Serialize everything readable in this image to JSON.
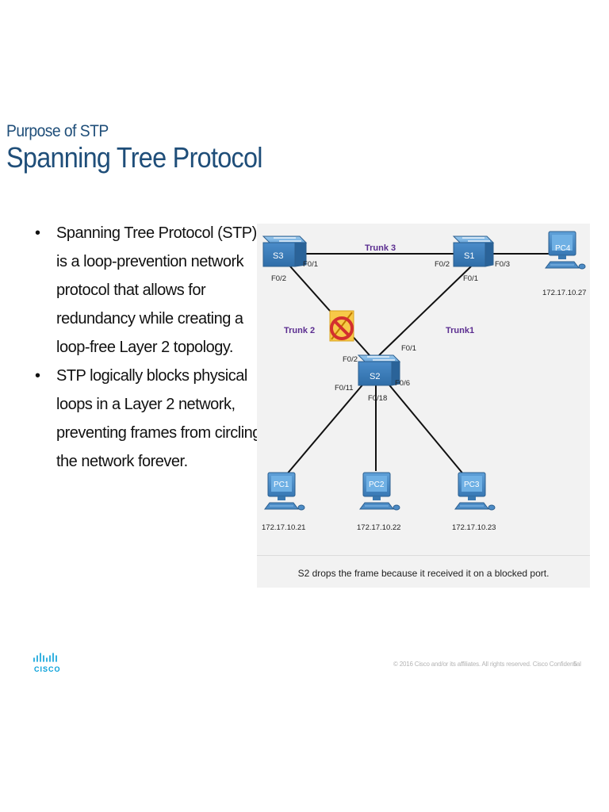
{
  "header": {
    "subtitle": "Purpose of STP",
    "title": "Spanning Tree Protocol"
  },
  "bullets": [
    {
      "text": "Spanning Tree Protocol (STP) is a loop-prevention network protocol that allows for redundancy while creating a loop-free Layer 2 topology."
    },
    {
      "text": "STP logically blocks physical loops in a Layer 2 network, preventing frames from circling the network forever."
    }
  ],
  "diagram": {
    "switches": {
      "s3": "S3",
      "s1": "S1",
      "s2": "S2"
    },
    "trunks": {
      "trunk3": "Trunk 3",
      "trunk2": "Trunk 2",
      "trunk1": "Trunk1"
    },
    "ports": {
      "s3_f01": "F0/1",
      "s3_f02": "F0/2",
      "s1_f02": "F0/2",
      "s1_f03": "F0/3",
      "s1_f01": "F0/1",
      "s2_f01": "F0/1",
      "s2_f02": "F0/2",
      "s2_f011": "F0/11",
      "s2_f06": "F0/6",
      "s2_f018": "F0/18"
    },
    "pcs": {
      "pc1": {
        "label": "PC1",
        "ip": "172.17.10.21"
      },
      "pc2": {
        "label": "PC2",
        "ip": "172.17.10.22"
      },
      "pc3": {
        "label": "PC3",
        "ip": "172.17.10.23"
      },
      "pc4": {
        "label": "PC4",
        "ip": "172.17.10.27"
      }
    },
    "caption": "S2 drops the frame because it received it on a blocked port.",
    "colors": {
      "device_blue": "#4a8cc9",
      "trunk_label": "#5b2d90",
      "blocked_fill": "#f7c948",
      "blocked_ring": "#d32f2f"
    }
  },
  "footer": {
    "brand": "CISCO",
    "copyright": "© 2016 Cisco and/or its affiliates. All rights reserved.   Cisco Confidential",
    "page_number": "5"
  }
}
